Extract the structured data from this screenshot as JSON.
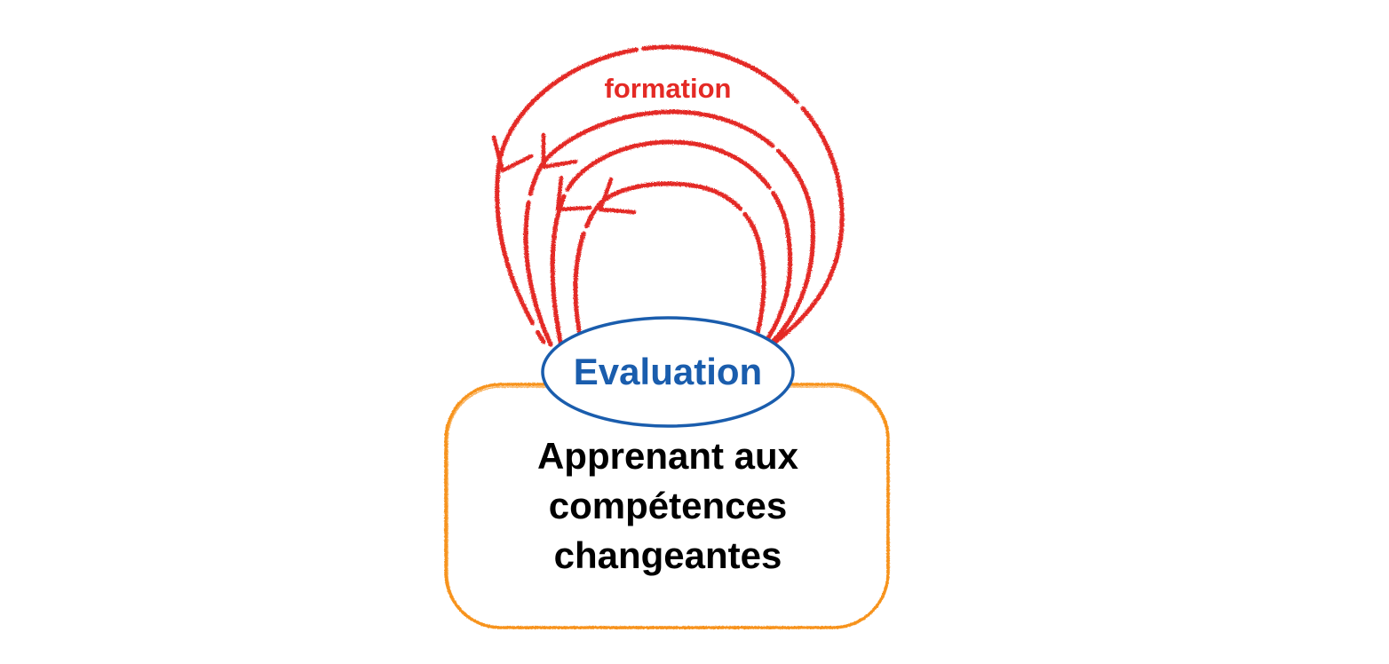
{
  "diagram": {
    "loop_label": "formation",
    "evaluation_label": "Evaluation",
    "learner_lines": [
      "Apprenant aux",
      "compétences",
      "changeantes"
    ]
  },
  "colors": {
    "loop": "#e42a25",
    "evaluation": "#1a5dad",
    "learner_box": "#f7931e",
    "text": "#000000"
  },
  "icons": {
    "loop_arrowheads": "chevron-arrowhead-icon"
  }
}
